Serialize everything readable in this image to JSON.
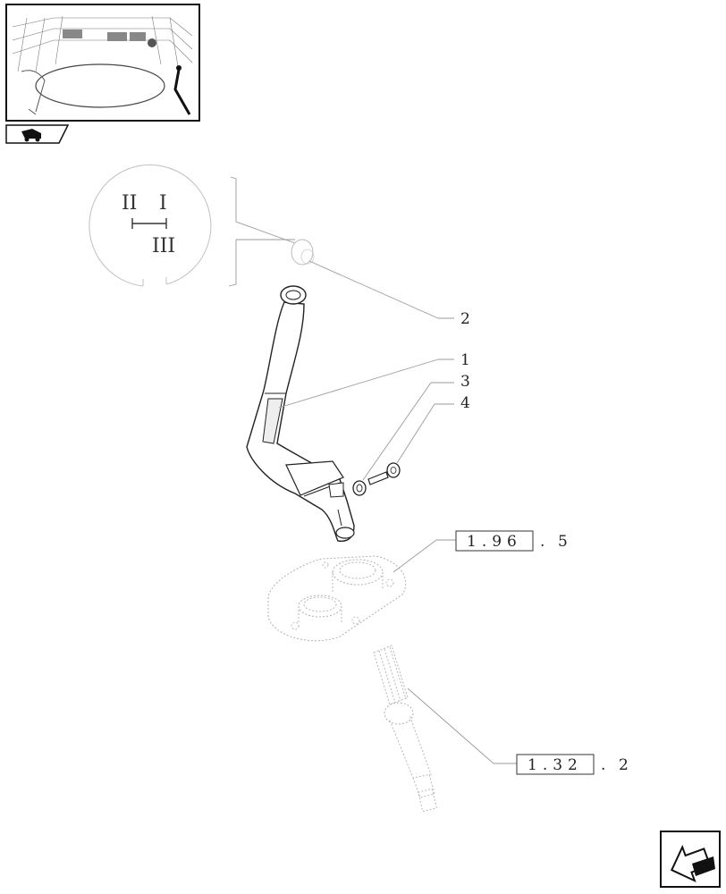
{
  "callouts": [
    {
      "id": "2",
      "label": "2"
    },
    {
      "id": "1",
      "label": "1"
    },
    {
      "id": "3",
      "label": "3"
    },
    {
      "id": "4",
      "label": "4"
    }
  ],
  "references": [
    {
      "id": "ref-1965",
      "boxed": "1.96",
      "suffix": "5"
    },
    {
      "id": "ref-1322",
      "boxed": "1.32",
      "suffix": "2"
    }
  ],
  "gear_pattern": {
    "first": "I",
    "second": "II",
    "third": "III"
  },
  "icons": {
    "thumbnail": "tractor-cab-thumbnail-icon",
    "model_badge": "tractor-badge-icon",
    "next_page": "next-page-arrow-icon"
  }
}
